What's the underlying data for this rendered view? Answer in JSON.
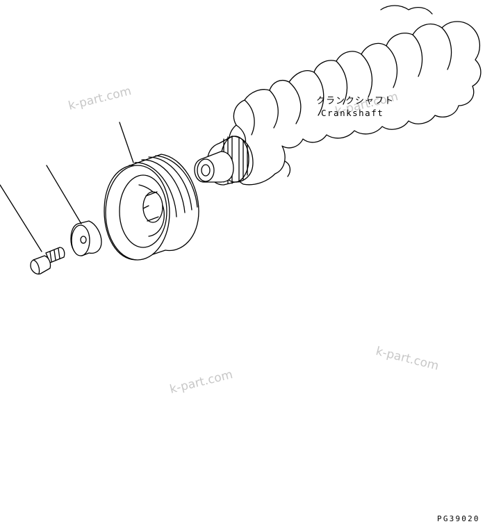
{
  "labels": {
    "crankshaft_jp": "クランクシャフト",
    "crankshaft_en": "Crankshaft",
    "drawing_code": "PG39020"
  },
  "watermarks": [
    "k-part.com",
    "k-part.com",
    "k-part.com",
    "k-part.com"
  ]
}
